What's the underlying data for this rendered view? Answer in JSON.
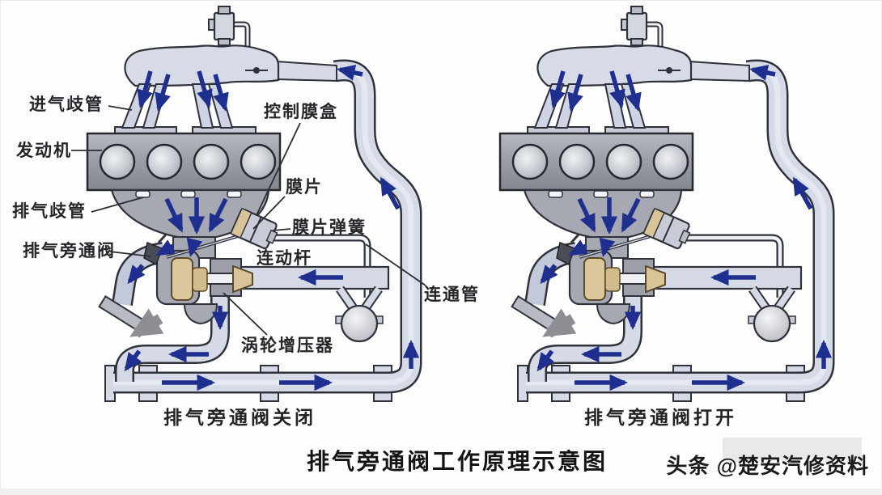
{
  "title": "排气旁通阀工作原理示意图",
  "watermark": "头条 @楚安汽修资料",
  "diagram_left": {
    "caption": "排气旁通阀关闭",
    "labels": {
      "intake_manifold": "进气歧管",
      "engine": "发动机",
      "exhaust_manifold": "排气歧管",
      "exhaust_bypass_valve": "排气旁通阀",
      "control_diaphragm_box": "控制膜盒",
      "diaphragm": "膜片",
      "diaphragm_spring": "膜片弹簧",
      "linkage_rod": "连动杆",
      "connecting_pipe": "连通管",
      "turbocharger": "涡轮增压器"
    }
  },
  "diagram_right": {
    "caption": "排气旁通阀打开"
  },
  "colors": {
    "pipe_fill": "#d5dae6",
    "outline": "#2f323a",
    "flow_arrow_blue": "#1e2f8f",
    "metal_gray": "#a6a9b2",
    "turbine_tan": "#dcc79c",
    "exhaust_arrow_gray": "#8d8e93",
    "background": "#fdfdfe"
  }
}
